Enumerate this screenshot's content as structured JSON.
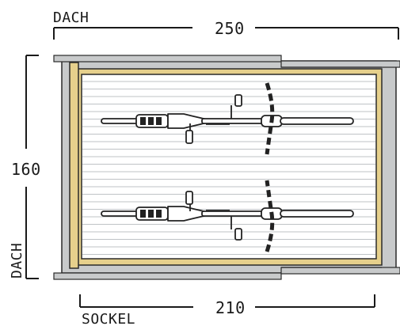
{
  "labels": {
    "top_roof": "DACH",
    "side_roof": "DACH",
    "bottom_base": "SOCKEL"
  },
  "dimensions": {
    "width_roof": "250",
    "height": "160",
    "width_base": "210"
  },
  "colors": {
    "roof_gray": "#c8cacb",
    "wood_frame": "#e6d08c",
    "floor_bg": "#ffffff",
    "slat": "#bfc3c6",
    "bike_line": "#222222",
    "dim_line": "#1a1a1a"
  },
  "bikes": [
    {
      "position": "upper"
    },
    {
      "position": "lower"
    }
  ]
}
